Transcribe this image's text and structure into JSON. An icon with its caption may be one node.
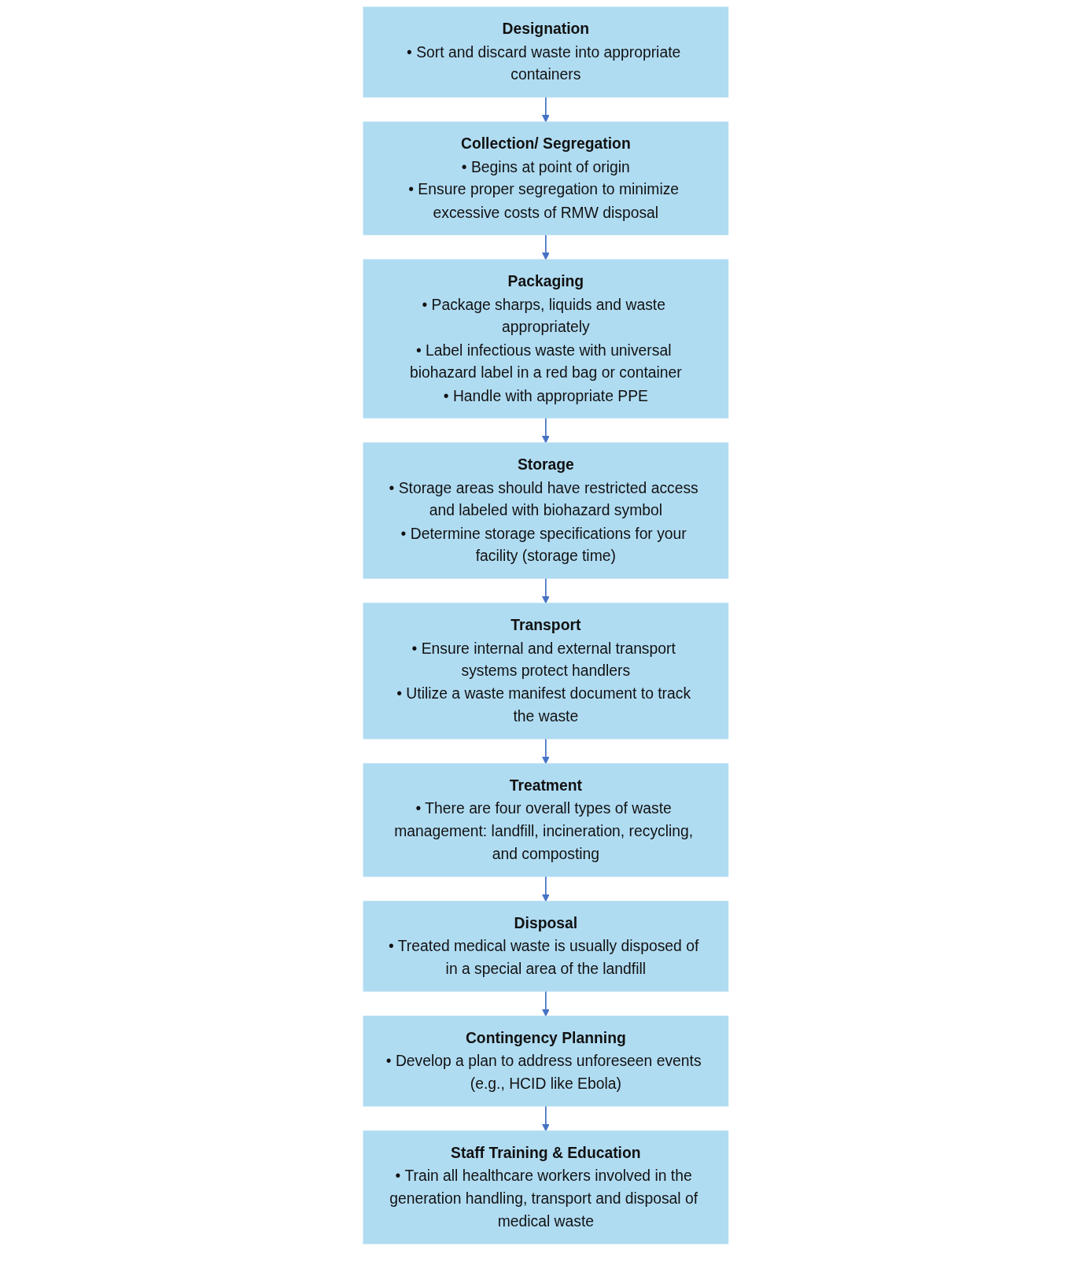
{
  "diagram": {
    "nodes": [
      {
        "text": [
          "Designation",
          "• Sort and discard waste into appropriate containers"
        ]
      },
      {
        "text": [
          "Collection/ Segregation",
          "• Begins at point of origin",
          "• Ensure proper segregation to minimize excessive costs of RMW disposal"
        ]
      },
      {
        "text": [
          "Packaging",
          "• Package sharps, liquids and waste appropriately",
          "• Label infectious waste with universal biohazard label in a red bag or container",
          "• Handle with appropriate PPE"
        ]
      },
      {
        "text": [
          "Storage",
          "• Storage areas should have restricted access and labeled with biohazard symbol",
          "• Determine storage specifications for your facility (storage time)"
        ]
      },
      {
        "text": [
          "Transport",
          "• Ensure internal and external transport systems protect handlers",
          "• Utilize a waste manifest document to track the waste"
        ]
      },
      {
        "text": [
          "Treatment",
          "• There are four overall types of waste management: landfill, incineration, recycling, and composting"
        ]
      },
      {
        "text": [
          "Disposal",
          "• Treated medical waste is usually disposed of in a special area of the landfill"
        ]
      },
      {
        "text": [
          "Contingency Planning",
          "• Develop a plan to address unforeseen events (e.g., HCID like Ebola)"
        ]
      },
      {
        "text": [
          "Staff Training & Education",
          "• Train all healthcare workers involved in the generation handling, transport and disposal of medical waste"
        ]
      }
    ],
    "edges": [
      {
        "from": 0,
        "to": 1,
        "arrow": "to"
      },
      {
        "from": 1,
        "to": 2,
        "arrow": "to"
      },
      {
        "from": 2,
        "to": 3,
        "arrow": "to"
      },
      {
        "from": 3,
        "to": 4,
        "arrow": "to"
      },
      {
        "from": 4,
        "to": 5,
        "arrow": "to"
      },
      {
        "from": 5,
        "to": 6,
        "arrow": "to"
      },
      {
        "from": 6,
        "to": 7,
        "arrow": "to"
      },
      {
        "from": 7,
        "to": 8,
        "arrow": "to"
      }
    ]
  }
}
